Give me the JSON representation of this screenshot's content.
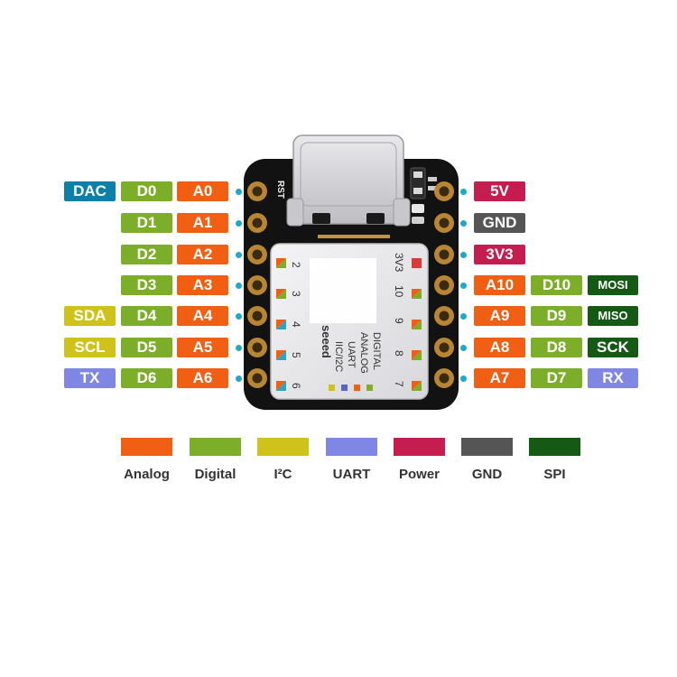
{
  "colors": {
    "analog": "#f05f13",
    "digital": "#7cae2a",
    "i2c": "#cfc31b",
    "uart": "#7f86e3",
    "power": "#c51d4f",
    "gnd": "#555555",
    "spi": "#145914",
    "dac": "#0e7fa6",
    "pin_dot": "#1ea9c9",
    "pcb": "#121212",
    "pad": "#b78533",
    "shield": "#e6e6e8"
  },
  "board": {
    "rst_label": "RST",
    "left_pin_numbers": [
      "2",
      "3",
      "4",
      "5",
      "6"
    ],
    "right_pin_numbers": [
      "3V3",
      "10",
      "9",
      "8",
      "7"
    ],
    "brand": "seeed",
    "legend_items": [
      "IIC/I2C",
      "UART",
      "ANALOG",
      "DIGITAL"
    ]
  },
  "left_pins": [
    {
      "labels": [
        {
          "text": "DAC",
          "type": "dac"
        },
        {
          "text": "D0",
          "type": "digital"
        },
        {
          "text": "A0",
          "type": "analog"
        }
      ]
    },
    {
      "labels": [
        {
          "text": "D1",
          "type": "digital"
        },
        {
          "text": "A1",
          "type": "analog"
        }
      ]
    },
    {
      "labels": [
        {
          "text": "D2",
          "type": "digital"
        },
        {
          "text": "A2",
          "type": "analog"
        }
      ]
    },
    {
      "labels": [
        {
          "text": "D3",
          "type": "digital"
        },
        {
          "text": "A3",
          "type": "analog"
        }
      ]
    },
    {
      "labels": [
        {
          "text": "SDA",
          "type": "i2c"
        },
        {
          "text": "D4",
          "type": "digital"
        },
        {
          "text": "A4",
          "type": "analog"
        }
      ]
    },
    {
      "labels": [
        {
          "text": "SCL",
          "type": "i2c"
        },
        {
          "text": "D5",
          "type": "digital"
        },
        {
          "text": "A5",
          "type": "analog"
        }
      ]
    },
    {
      "labels": [
        {
          "text": "TX",
          "type": "uart"
        },
        {
          "text": "D6",
          "type": "digital"
        },
        {
          "text": "A6",
          "type": "analog"
        }
      ]
    }
  ],
  "right_pins": [
    {
      "labels": [
        {
          "text": "5V",
          "type": "power"
        }
      ]
    },
    {
      "labels": [
        {
          "text": "GND",
          "type": "gnd"
        }
      ]
    },
    {
      "labels": [
        {
          "text": "3V3",
          "type": "power"
        }
      ]
    },
    {
      "labels": [
        {
          "text": "A10",
          "type": "analog"
        },
        {
          "text": "D10",
          "type": "digital"
        },
        {
          "text": "MOSI",
          "type": "spi"
        }
      ]
    },
    {
      "labels": [
        {
          "text": "A9",
          "type": "analog"
        },
        {
          "text": "D9",
          "type": "digital"
        },
        {
          "text": "MISO",
          "type": "spi"
        }
      ]
    },
    {
      "labels": [
        {
          "text": "A8",
          "type": "analog"
        },
        {
          "text": "D8",
          "type": "digital"
        },
        {
          "text": "SCK",
          "type": "spi"
        }
      ]
    },
    {
      "labels": [
        {
          "text": "A7",
          "type": "analog"
        },
        {
          "text": "D7",
          "type": "digital"
        },
        {
          "text": "RX",
          "type": "uart"
        }
      ]
    }
  ],
  "legend": [
    {
      "label": "Analog",
      "type": "analog"
    },
    {
      "label": "Digital",
      "type": "digital"
    },
    {
      "label": "I²C",
      "type": "i2c"
    },
    {
      "label": "UART",
      "type": "uart"
    },
    {
      "label": "Power",
      "type": "power"
    },
    {
      "label": "GND",
      "type": "gnd"
    },
    {
      "label": "SPI",
      "type": "spi"
    }
  ]
}
